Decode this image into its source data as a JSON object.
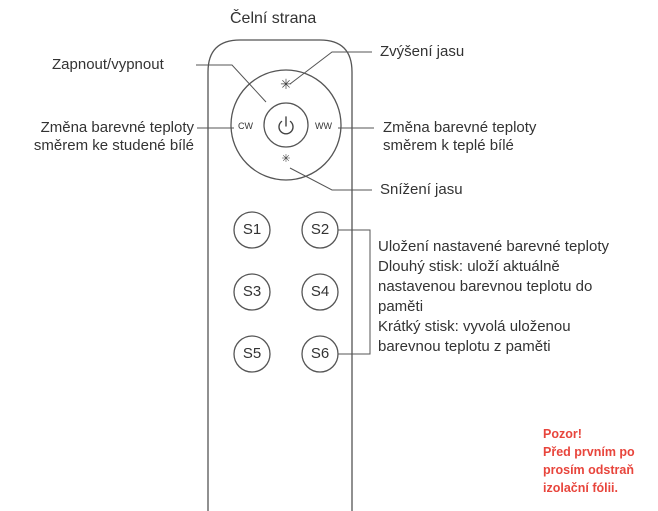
{
  "header": {
    "title": "Čelní strana"
  },
  "remote": {
    "ring": {
      "cw_label": "CW",
      "ww_label": "WW",
      "bright_up_glyph": "✳",
      "bright_down_glyph": "✳",
      "power_icon": "power-icon"
    },
    "scene_keys": [
      "S1",
      "S2",
      "S3",
      "S4",
      "S5",
      "S6"
    ]
  },
  "callouts": {
    "power": "Zapnout/vypnout",
    "brightness_up": "Zvýšení jasu",
    "brightness_down": "Snížení jasu",
    "cw": [
      "Změna barevné teploty",
      "směrem ke studené bílé"
    ],
    "ww": [
      "Změna barevné teploty",
      "směrem k teplé bílé"
    ],
    "scenes": [
      "Uložení nastavené barevné teploty",
      "Dlouhý stisk: uloží aktuálně",
      "nastavenou barevnou teplotu do",
      "paměti",
      "Krátký stisk: vyvolá uloženou",
      "barevnou teplotu z paměti"
    ]
  },
  "warning": {
    "lines": [
      "Pozor!",
      "Před prvním po",
      "prosím odstraň",
      "izolační fólii."
    ],
    "color": "#e8453c"
  }
}
